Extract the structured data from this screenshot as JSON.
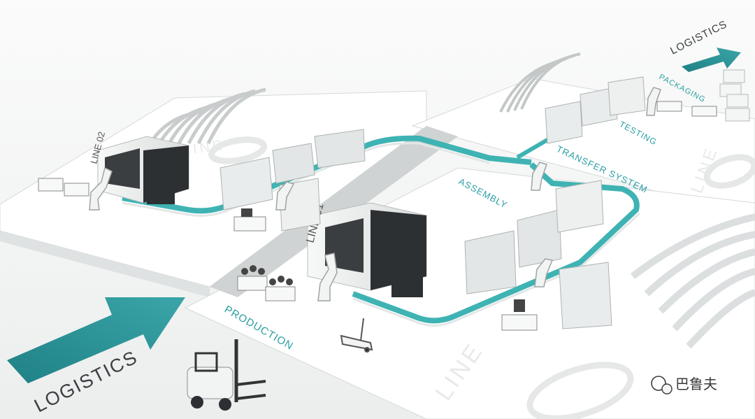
{
  "labels": {
    "logistics_main": "LOGISTICS",
    "logistics_top": "LOGISTICS",
    "production": "PRODUCTION",
    "assembly": "ASSEMBLY",
    "transfer_system": "TRANSFER SYSTEM",
    "testing": "TESTING",
    "packaging": "PACKAGING",
    "line_02": "LINE 02",
    "line_01": "LINE 01",
    "floor_line_left": "LINE",
    "floor_line_bottom": "LINE",
    "floor_line_right": "LINE"
  },
  "watermark": {
    "text": "巴鲁夫"
  },
  "colors": {
    "accent": "#2a9ea3",
    "conveyor": "#3fb3b3",
    "platform": "#ffffff",
    "machine_dark": "#2d3033",
    "machine_light": "#eef0f0"
  }
}
